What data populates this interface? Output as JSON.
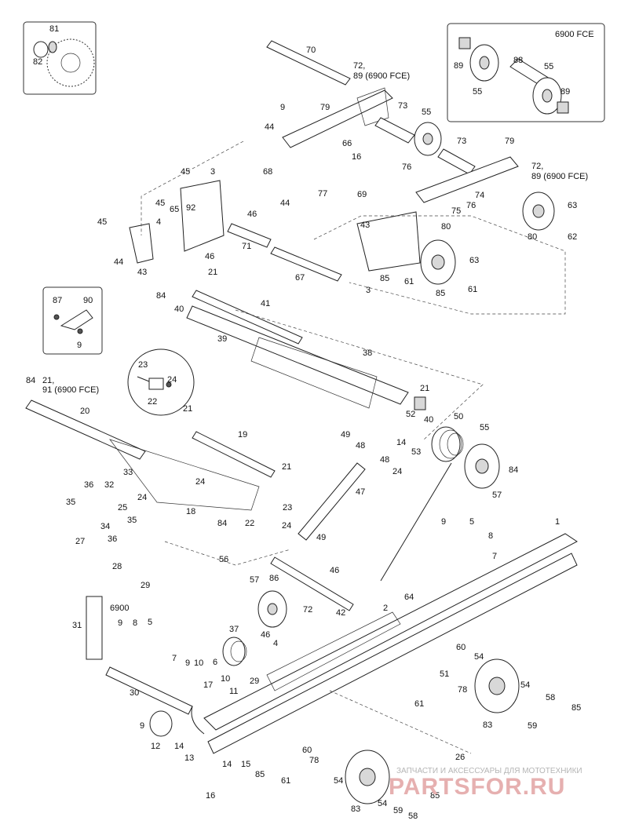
{
  "diagram": {
    "insets": [
      {
        "title": "6900 FCE",
        "parts": [
          "89",
          "88",
          "55",
          "55",
          "89"
        ]
      },
      {
        "title": "",
        "parts": [
          "81",
          "82"
        ]
      },
      {
        "title": "",
        "parts": [
          "87",
          "90",
          "9"
        ]
      },
      {
        "title": "",
        "parts": [
          "23",
          "24",
          "22"
        ]
      }
    ],
    "labels": {
      "l70": "70",
      "l72a": "72,",
      "l89a": "89 (6900 FCE)",
      "l9a": "9",
      "l79a": "79",
      "l73a": "73",
      "l55a": "55",
      "l44a": "44",
      "l66": "66",
      "l16a": "16",
      "l76": "76",
      "l77": "77",
      "l69": "69",
      "l73b": "73",
      "l79b": "79",
      "l72b": "72,",
      "l89b": "89 (6900 FCE)",
      "l45a": "45",
      "l3a": "3",
      "l68": "68",
      "l92": "92",
      "l45b": "45",
      "l65": "65",
      "l46a": "46",
      "l44b": "44",
      "l4a": "4",
      "l74": "74",
      "l75": "75",
      "l76b": "76",
      "l63a": "63",
      "l62": "62",
      "l80a": "80",
      "l45c": "45",
      "l71": "71",
      "l46b": "46",
      "l43a": "43",
      "l80b": "80",
      "l44c": "44",
      "l43b": "43",
      "l67": "67",
      "l85a": "85",
      "l61a": "61",
      "l63b": "63",
      "l3b": "3",
      "l21a": "21",
      "l84a": "84",
      "l85b": "85",
      "l61b": "61",
      "l40a": "40",
      "l41": "41",
      "l87": "87",
      "l90": "90",
      "l9b": "9",
      "l39": "39",
      "l38": "38",
      "l23a": "23",
      "l24a": "24",
      "l22a": "22",
      "l84b": "84",
      "l21b": "21,",
      "l91": "91 (6900 FCE)",
      "l21c": "21",
      "l20": "20",
      "l21d": "21",
      "l52": "52",
      "l40b": "40",
      "l50": "50",
      "l55b": "55",
      "l49a": "49",
      "l14a": "14",
      "l19": "19",
      "l48a": "48",
      "l48b": "48",
      "l53": "53",
      "l24b": "24",
      "l84c": "84",
      "l21e": "21",
      "l33": "33",
      "l36a": "36",
      "l32": "32",
      "l24c": "24",
      "l24d": "24",
      "l23b": "23",
      "l57a": "57",
      "l35a": "35",
      "l25": "25",
      "l47": "47",
      "l18": "18",
      "l22b": "22",
      "l34": "34",
      "l35b": "35",
      "l84d": "84",
      "l36b": "36",
      "l9c": "9",
      "l5a": "5",
      "l1": "1",
      "l8a": "8",
      "l24e": "24",
      "l49b": "49",
      "l27": "27",
      "l7a": "7",
      "l56": "56",
      "l28": "28",
      "l46c": "46",
      "l57b": "57",
      "l86": "86",
      "l29a": "29",
      "l42": "42",
      "l64": "64",
      "l6900": "6900",
      "l72c": "72",
      "l2": "2",
      "l31": "31",
      "l9d": "9",
      "l8b": "8",
      "l5b": "5",
      "l37": "37",
      "l46d": "46",
      "l4b": "4",
      "l60a": "60",
      "l54a": "54",
      "l7b": "7",
      "l9e": "9",
      "l10a": "10",
      "l6": "6",
      "l29b": "29",
      "l51": "51",
      "l78a": "78",
      "l10b": "10",
      "l17": "17",
      "l11": "11",
      "l58a": "58",
      "l85c": "85",
      "l30": "30",
      "l61c": "61",
      "l54b": "54",
      "l83a": "83",
      "l59a": "59",
      "l9f": "9",
      "l12": "12",
      "l14b": "14",
      "l13": "13",
      "l60b": "60",
      "l78b": "78",
      "l26": "26",
      "l14c": "14",
      "l15": "15",
      "l85d": "85",
      "l61d": "61",
      "l54c": "54",
      "l85e": "85",
      "l16b": "16",
      "l83b": "83",
      "l54d": "54",
      "l59b": "59",
      "l58b": "58"
    }
  },
  "watermark": {
    "caption": "ЗАПЧАСТИ И АКСЕССУАРЫ ДЛЯ МОТОТЕХНИКИ",
    "brand": "PARTSFOR.RU"
  },
  "colors": {
    "ink": "#222222",
    "watermark": "#e6b0b0"
  }
}
